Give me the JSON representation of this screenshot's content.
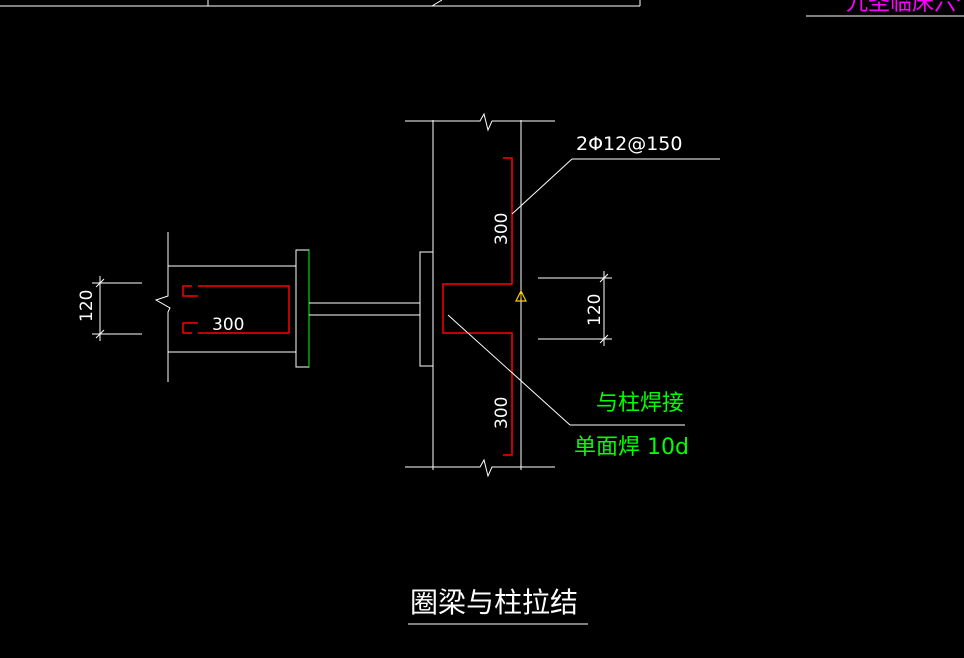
{
  "colors": {
    "background": "#000000",
    "line": "#ffffff",
    "rebar": "#ff0000",
    "note": "#00ff00",
    "magenta": "#ff00ff",
    "marker": "#ffcc00"
  },
  "labels": {
    "top_right_fragment": "九圣临床六个",
    "rebar_spec": "2Φ12@150",
    "dim_300_beam": "300",
    "dim_120_left": "120",
    "dim_120_right": "120",
    "dim_300_column_top": "300",
    "dim_300_column_bottom": "300",
    "note_weld_to_column": "与柱焊接",
    "note_single_side_weld": "单面焊 10d",
    "title": "圈梁与柱拉结"
  }
}
